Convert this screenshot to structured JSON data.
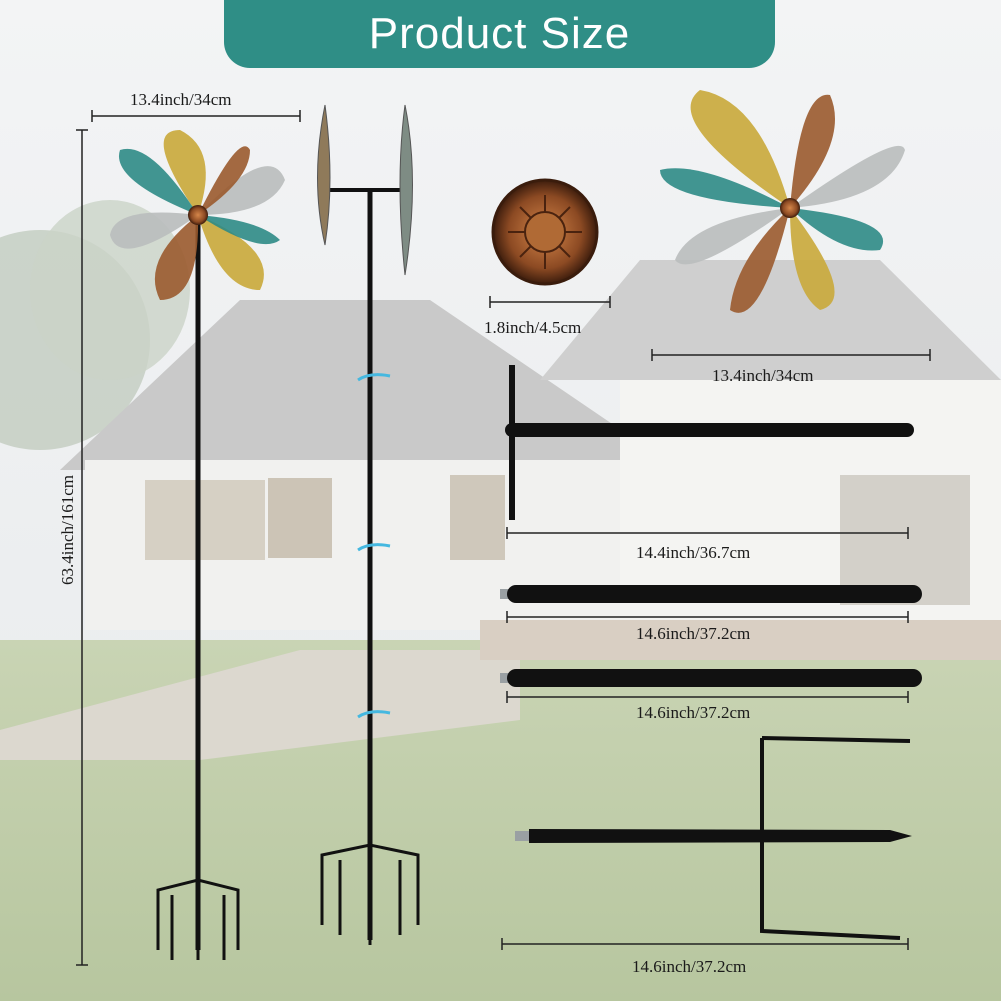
{
  "title": "Product Size",
  "dimensions": {
    "spinner_width": "13.4inch/34cm",
    "total_height": "63.4inch/161cm",
    "cap_diameter": "1.8inch/4.5cm",
    "wheel_width": "13.4inch/34cm",
    "top_rod": "14.4inch/36.7cm",
    "middle_rod_1": "14.6inch/37.2cm",
    "middle_rod_2": "14.6inch/37.2cm",
    "stake": "14.6inch/37.2cm"
  },
  "colors": {
    "banner": "#2f8e86",
    "rod": "#111111",
    "teal": "#2e8b86",
    "gold": "#c9a93a",
    "copper": "#9a5a2e",
    "silver": "#b9bcbd",
    "clip": "#45b8e0"
  }
}
